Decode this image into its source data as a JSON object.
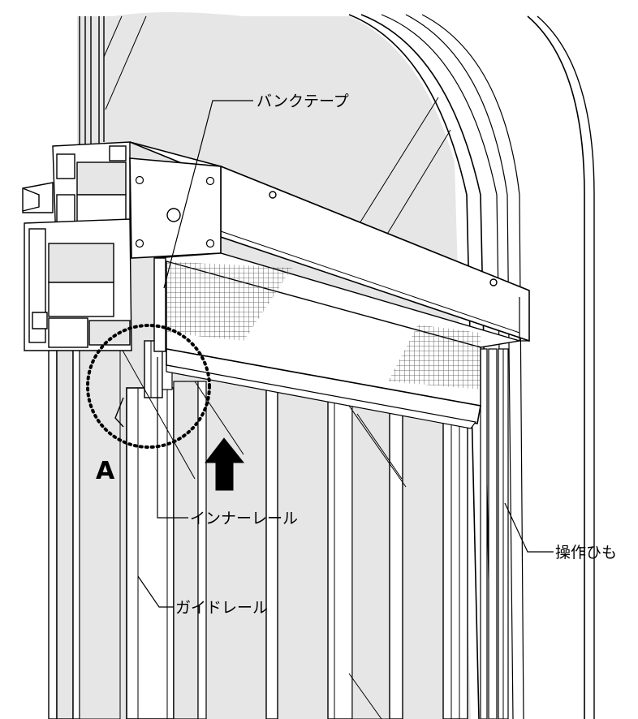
{
  "labels": {
    "bank_tape": "バンクテープ",
    "inner_rail": "インナーレール",
    "operation_cord": "操作ひも",
    "guide_rail": "ガイドレール",
    "detail_marker": "A"
  },
  "icons": {
    "lift_direction": "up-arrow-icon",
    "detail_callout": "dotted-circle-icon"
  },
  "colors": {
    "line": "#000000",
    "glass": "#e6e6e6",
    "screen_mesh": "#444444",
    "white": "#ffffff"
  }
}
